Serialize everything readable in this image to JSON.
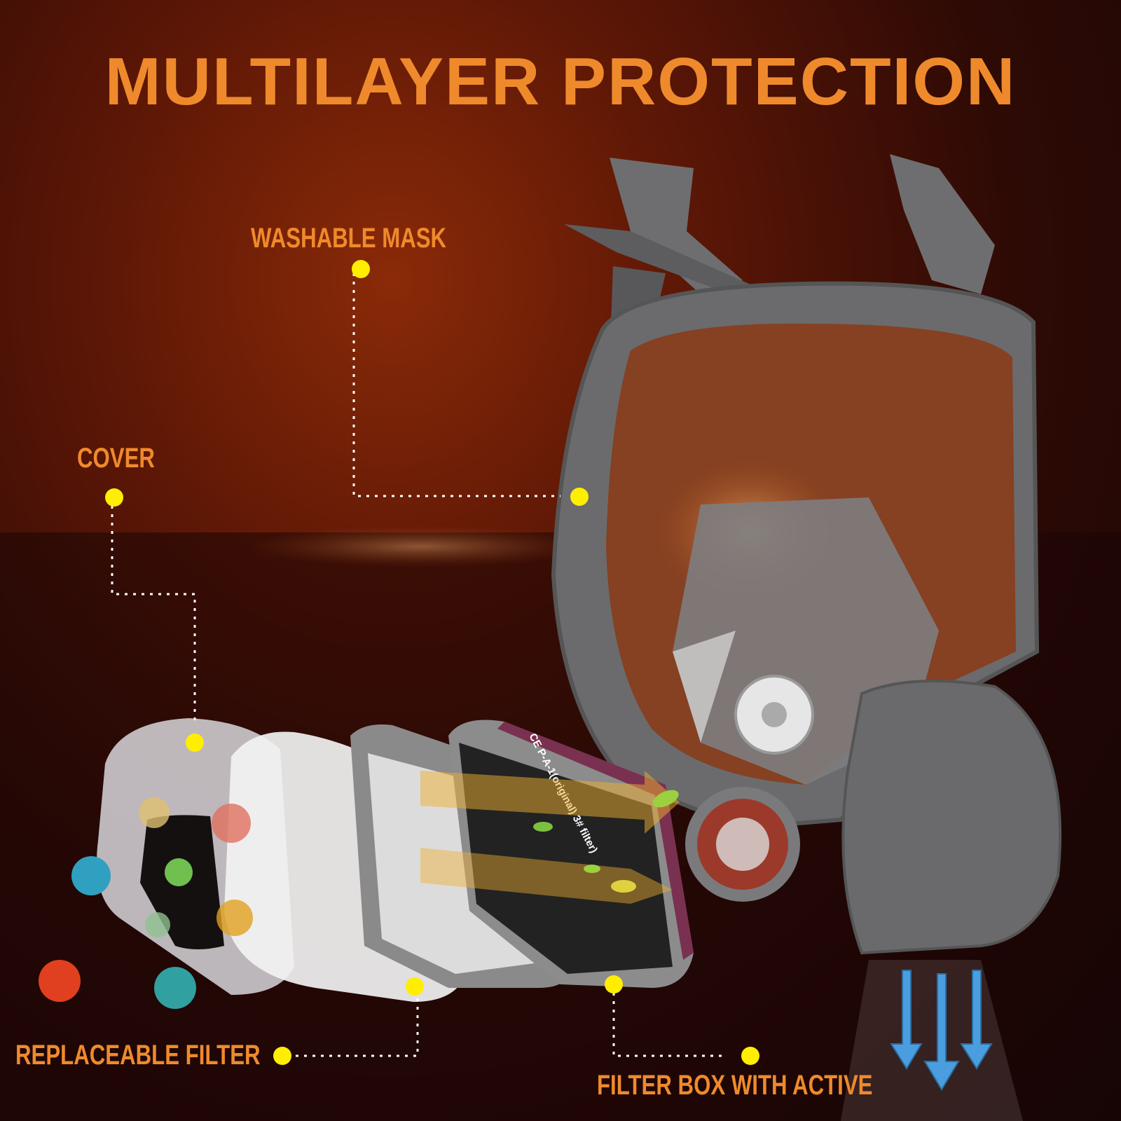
{
  "title": "MULTILAYER PROTECTION",
  "labels": {
    "washable_mask": "WASHABLE MASK",
    "cover": "COVER",
    "replaceable_filter": "REPLACEABLE  FILTER",
    "filter_box": "FILTER BOX WITH ACTIVE"
  },
  "filter_band_text": "CE P-A-1(original) 3# filter)",
  "colors": {
    "title": "#ef8a2c",
    "label": "#ef8a2c",
    "marker_dot": "#ffee00",
    "airflow_arrows": "#4a9ee0"
  },
  "icons": [
    "virus-icon",
    "leaf-icon",
    "airflow-arrow-icon"
  ]
}
